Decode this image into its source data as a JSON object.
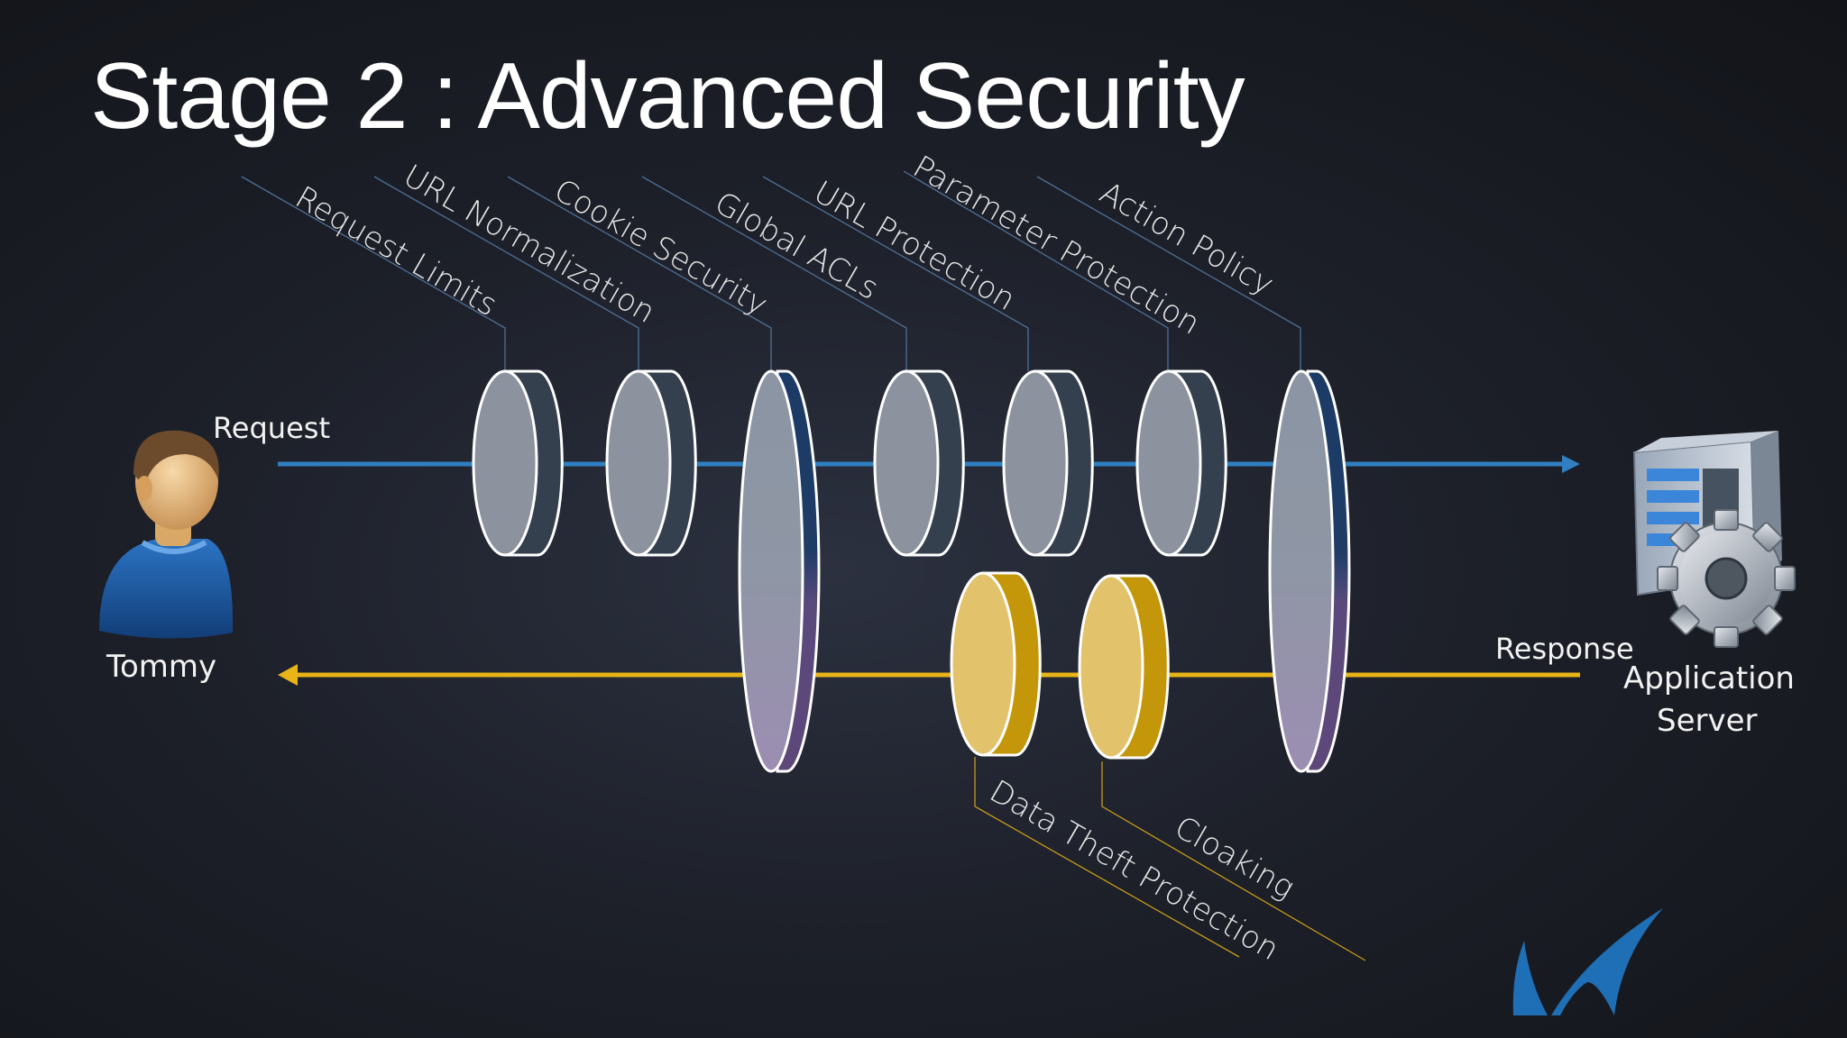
{
  "title": "Stage 2 : Advanced Security",
  "client": {
    "name": "Tommy",
    "icon": "user-icon"
  },
  "server": {
    "name_line1": "Application",
    "name_line2": "Server",
    "icon": "server-gear-icon"
  },
  "flows": {
    "request_label": "Request",
    "response_label": "Response"
  },
  "request_filters": [
    {
      "label": "Request Limits"
    },
    {
      "label": "URL Normalization"
    },
    {
      "label": "Cookie Security"
    },
    {
      "label": "Global ACLs"
    },
    {
      "label": "URL Protection"
    },
    {
      "label": "Parameter Protection"
    },
    {
      "label": "Action Policy"
    }
  ],
  "response_filters": [
    {
      "label": "Data Theft Protection"
    },
    {
      "label": "Cloaking"
    }
  ],
  "logo": {
    "icon": "shark-fin-logo-icon"
  },
  "colors": {
    "request_line": "#2f7fc1",
    "response_line": "#e8b417",
    "request_disc": "#3a4452",
    "bidirectional_disc_top": "#1d3e6a",
    "bidirectional_disc_bottom": "#5c4a7c",
    "response_disc": "#c4960a",
    "logo": "#1e6fb5"
  }
}
